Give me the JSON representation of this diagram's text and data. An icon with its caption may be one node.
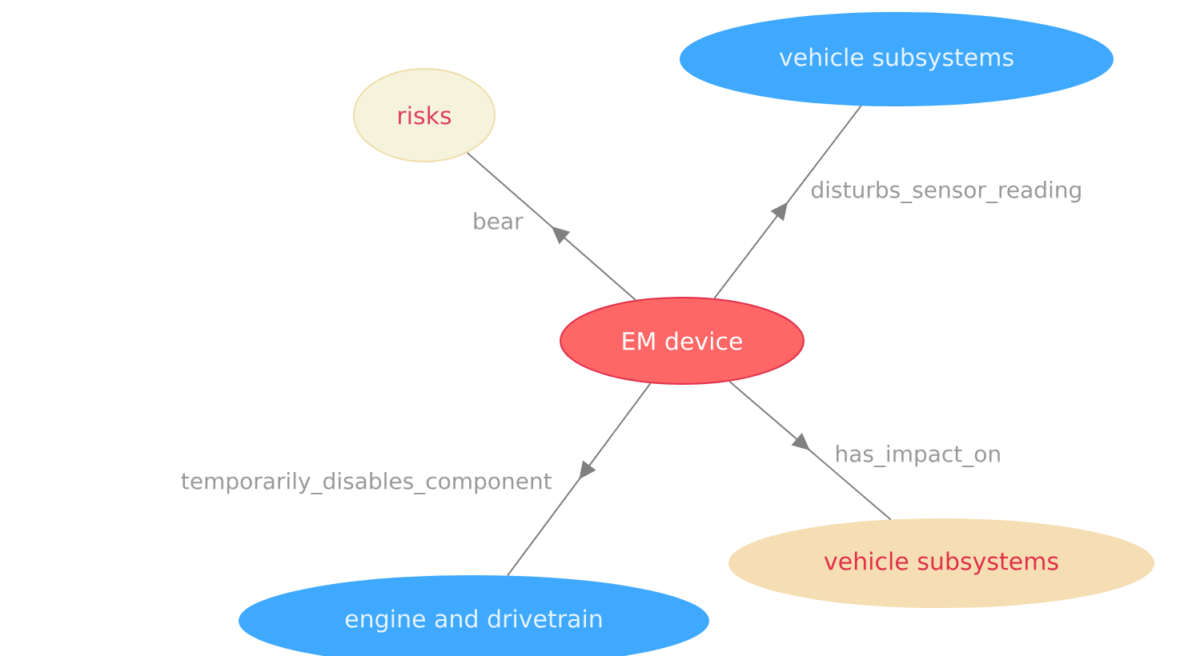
{
  "diagram": {
    "nodes": [
      {
        "text": [
          "risks"
        ]
      },
      {
        "text": [
          "vehicle subsystems"
        ]
      },
      {
        "text": [
          "EM device"
        ]
      },
      {
        "text": [
          "engine and drivetrain"
        ]
      },
      {
        "text": [
          "vehicle subsystems"
        ]
      }
    ],
    "edges": [
      {
        "from": 2,
        "to": 0,
        "arrow": "to",
        "label": "bear"
      },
      {
        "from": 2,
        "to": 1,
        "arrow": "to",
        "label": "disturbs_sensor_reading"
      },
      {
        "from": 2,
        "to": 3,
        "arrow": "to",
        "label": "temporarily_disables_component"
      },
      {
        "from": 2,
        "to": 4,
        "arrow": "to",
        "label": "has_impact_on"
      }
    ]
  }
}
